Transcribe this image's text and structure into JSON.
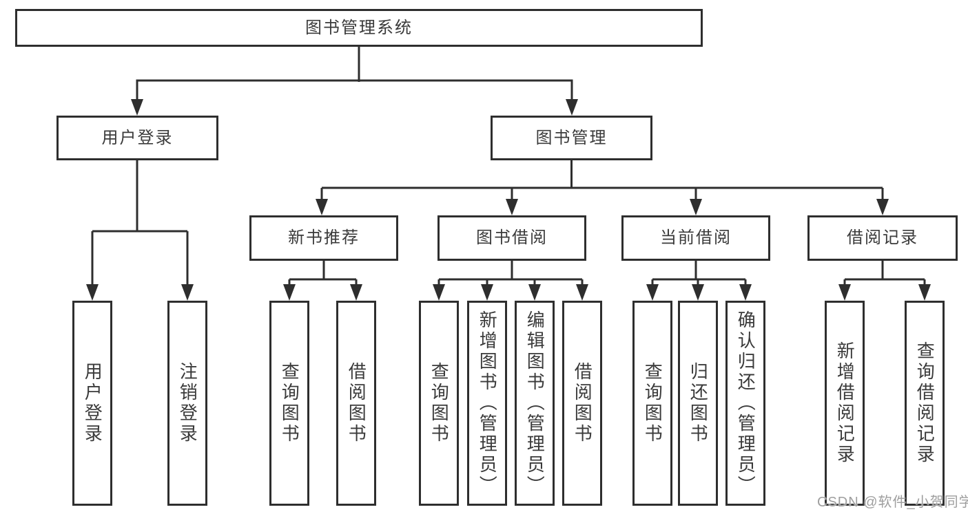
{
  "diagram_title": "图书管理系统",
  "tree": {
    "label": "图书管理系统",
    "children": [
      {
        "label": "用户登录",
        "children": [
          {
            "label": "用户登录"
          },
          {
            "label": "注销登录"
          }
        ]
      },
      {
        "label": "图书管理",
        "children": [
          {
            "label": "新书推荐",
            "children": [
              {
                "label": "查询图书"
              },
              {
                "label": "借阅图书"
              }
            ]
          },
          {
            "label": "图书借阅",
            "children": [
              {
                "label": "查询图书"
              },
              {
                "label": "新增图书（管理员）"
              },
              {
                "label": "编辑图书（管理员）"
              },
              {
                "label": "借阅图书"
              }
            ]
          },
          {
            "label": "当前借阅",
            "children": [
              {
                "label": "查询图书"
              },
              {
                "label": "归还图书"
              },
              {
                "label": "确认归还（管理员）"
              }
            ]
          },
          {
            "label": "借阅记录",
            "children": [
              {
                "label": "新增借阅记录"
              },
              {
                "label": "查询借阅记录"
              }
            ]
          }
        ]
      }
    ]
  },
  "watermark": {
    "text": "CSDN @软件_小贺同学"
  },
  "colors": {
    "line": "#2e2e2e",
    "border": "#2e2e2e",
    "text": "#3a3a3a",
    "watermark": "#9e9e9e",
    "background": "#ffffff"
  }
}
